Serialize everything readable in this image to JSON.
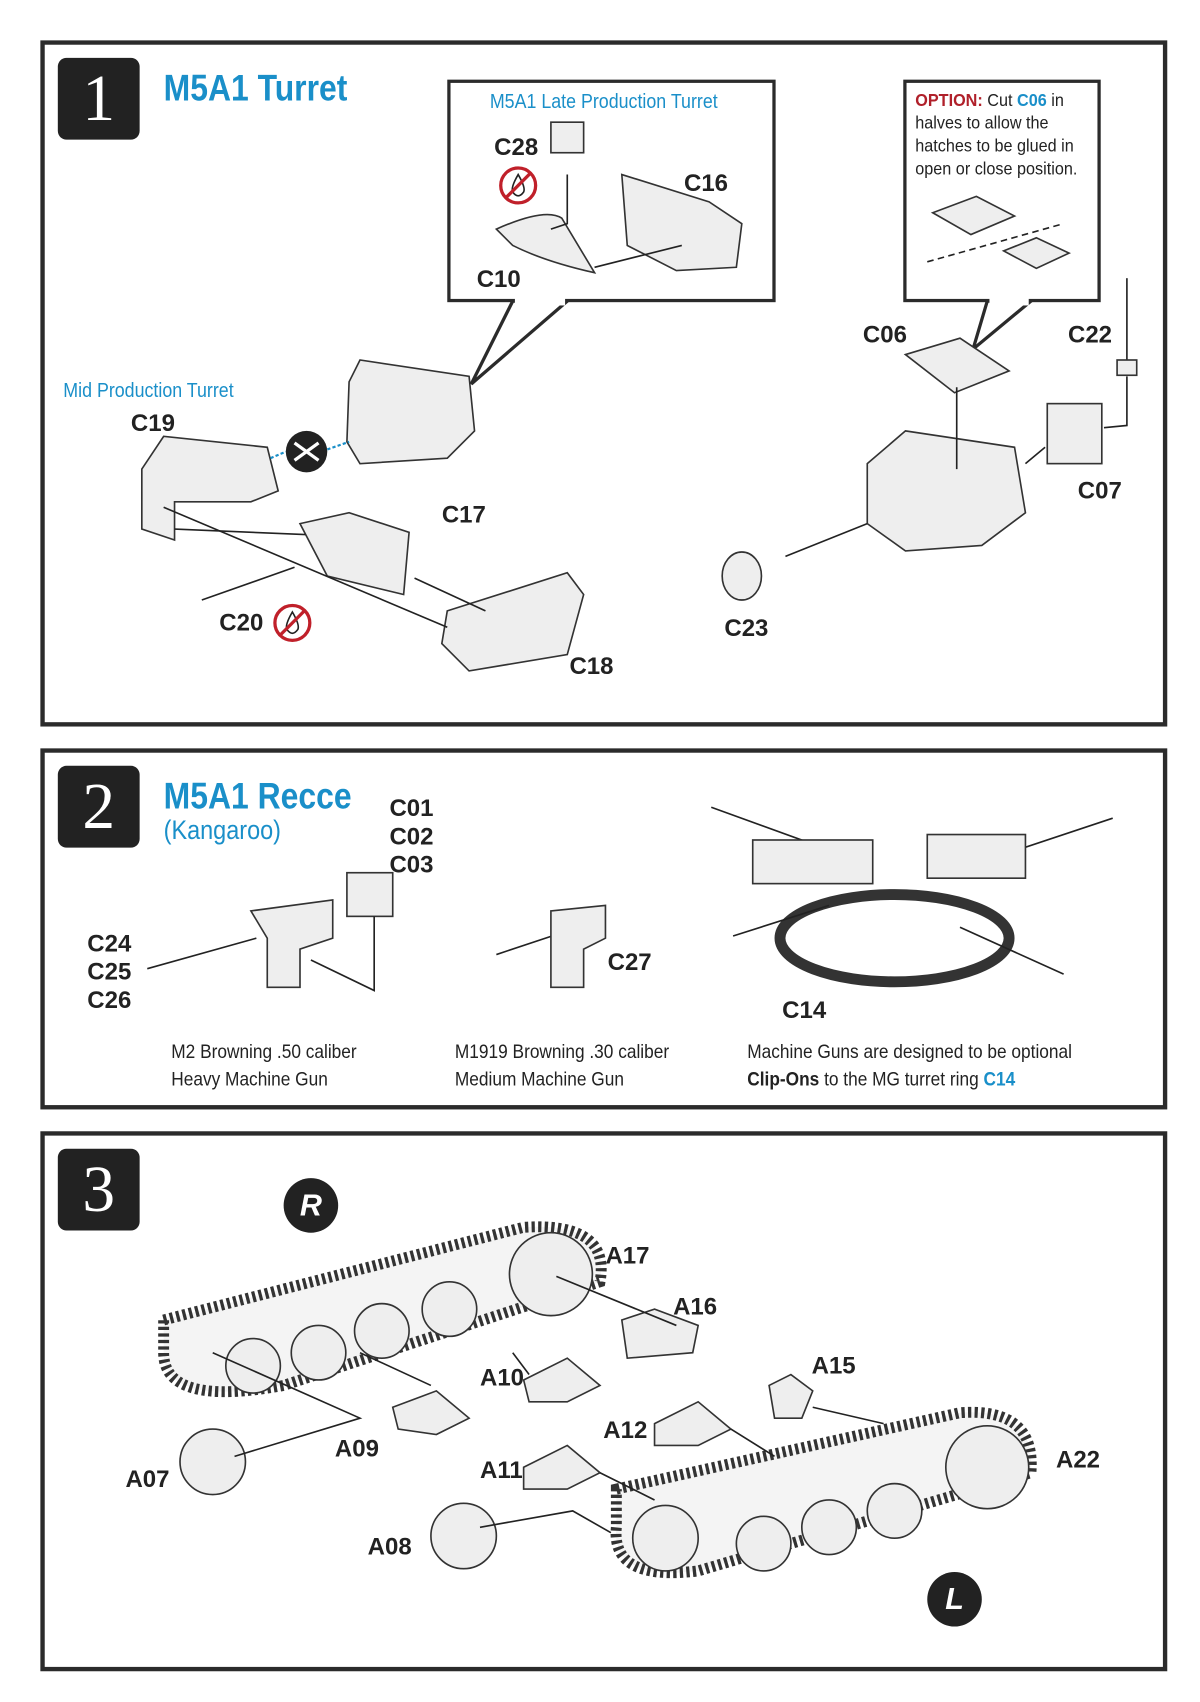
{
  "colors": {
    "accent": "#1a8fc9",
    "option_red": "#b0202a",
    "border": "#2b2b2b"
  },
  "step1": {
    "number": "1",
    "title": "M5A1 Turret",
    "late_box_title": "M5A1 Late Production Turret",
    "mid_label": "Mid Production Turret",
    "option": {
      "prefix": "OPTION:",
      "t1": " Cut ",
      "part": "C06",
      "t2": " in",
      "line2": "halves to allow the",
      "line3": "hatches to be glued in",
      "line4": "open or close position."
    },
    "parts": [
      "C28",
      "C16",
      "C10",
      "C19",
      "C17",
      "C20",
      "C18",
      "C06",
      "C22",
      "C07",
      "C23"
    ],
    "icons": [
      "no-glue-icon",
      "swap-option-icon"
    ]
  },
  "step2": {
    "number": "2",
    "title": "M5A1 Recce",
    "subtitle": "(Kangaroo)",
    "parts": [
      "C01",
      "C02",
      "C03",
      "C24",
      "C25",
      "C26",
      "C27",
      "C14"
    ],
    "captions": {
      "m2_l1": "M2 Browning .50 caliber",
      "m2_l2": "Heavy Machine Gun",
      "m1919_l1": "M1919 Browning .30 caliber",
      "m1919_l2": "Medium Machine Gun",
      "clip_l1": "Machine Guns are designed to be optional",
      "clip_bold": "Clip-Ons",
      "clip_mid": " to the MG turret ring ",
      "clip_part": "C14"
    }
  },
  "step3": {
    "number": "3",
    "right_badge": "R",
    "left_badge": "L",
    "parts": [
      "A17",
      "A16",
      "A15",
      "A10",
      "A12",
      "A22",
      "A09",
      "A11",
      "A07",
      "A08"
    ]
  }
}
